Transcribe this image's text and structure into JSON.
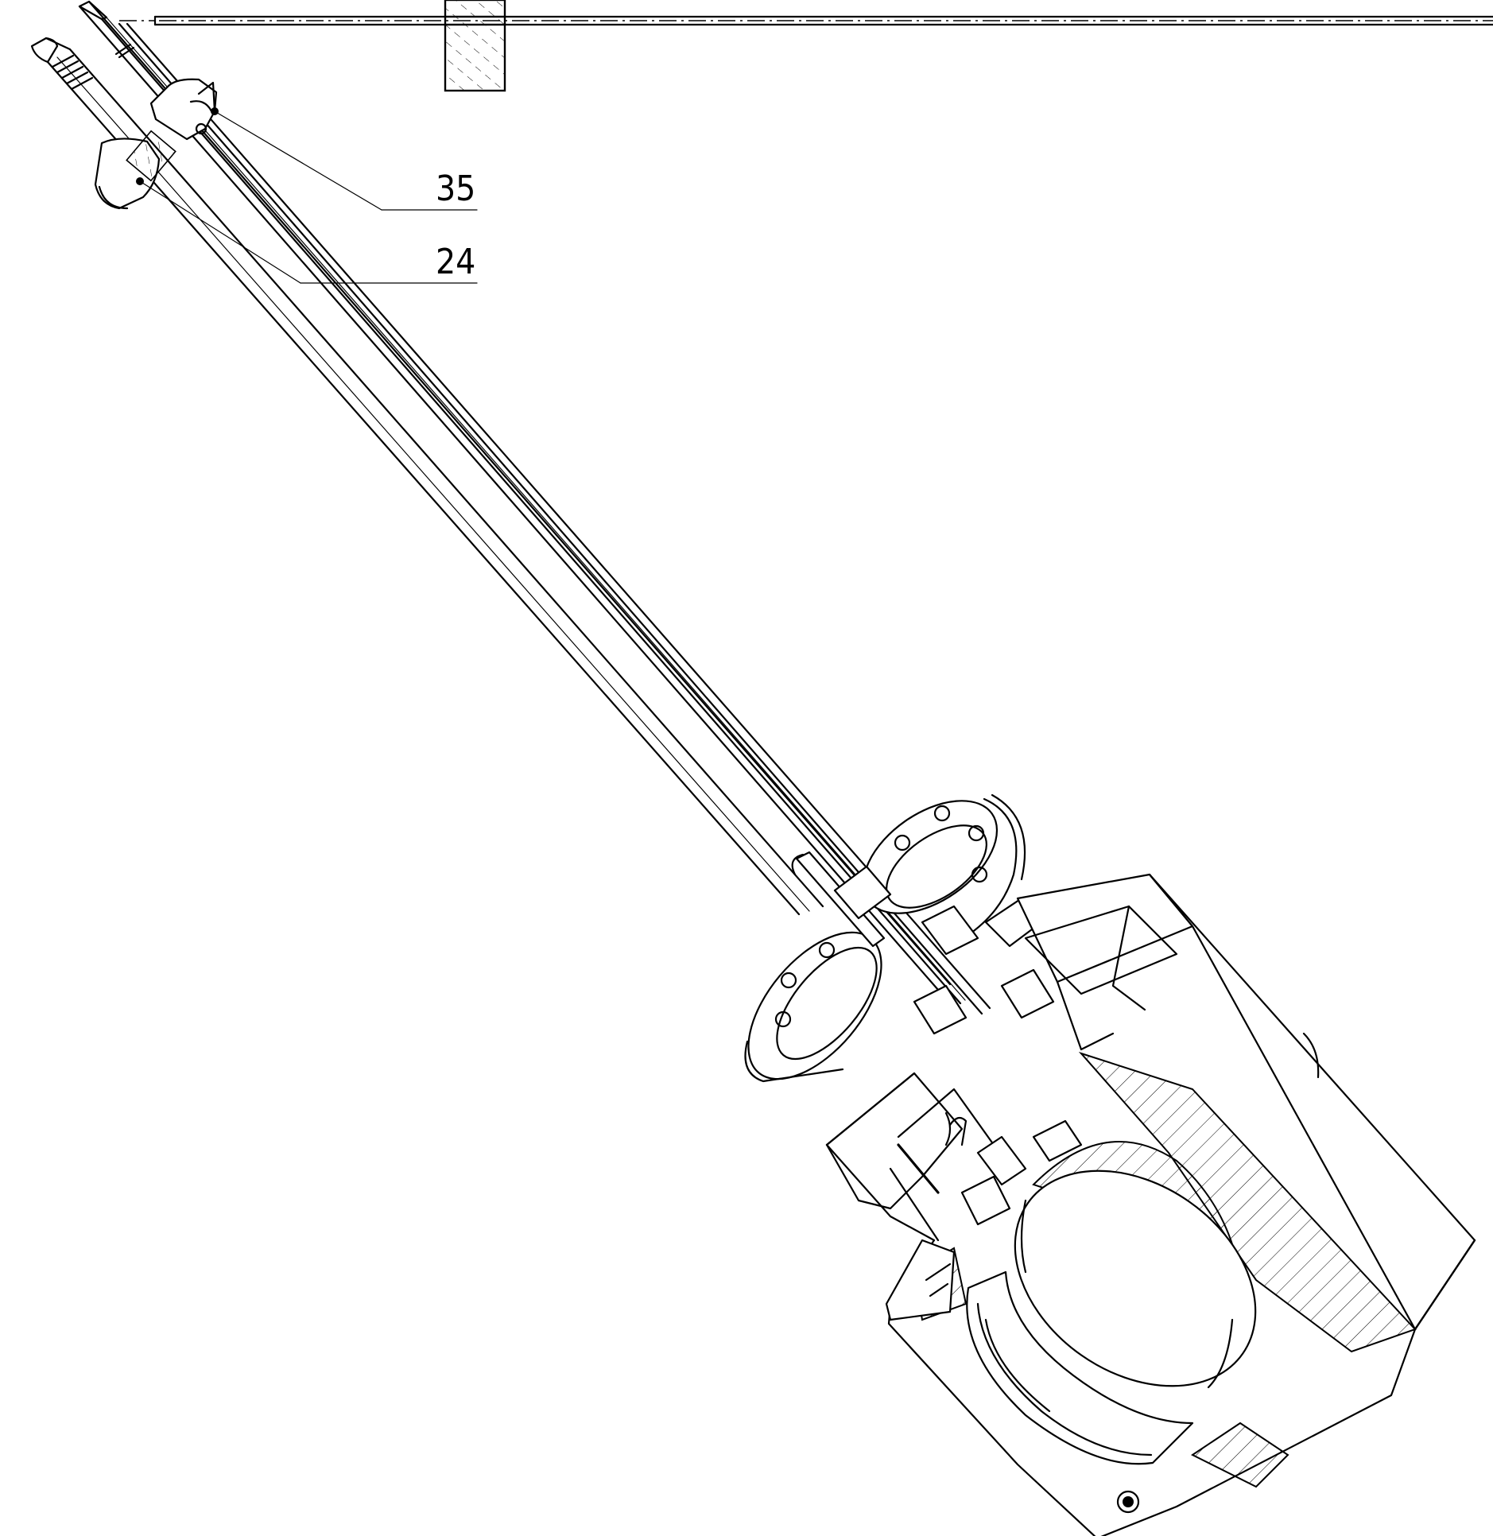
{
  "callouts": [
    {
      "id": "callout-35",
      "label": "35"
    },
    {
      "id": "callout-24",
      "label": "24"
    }
  ],
  "colors": {
    "line": "#000000",
    "background": "#ffffff"
  }
}
